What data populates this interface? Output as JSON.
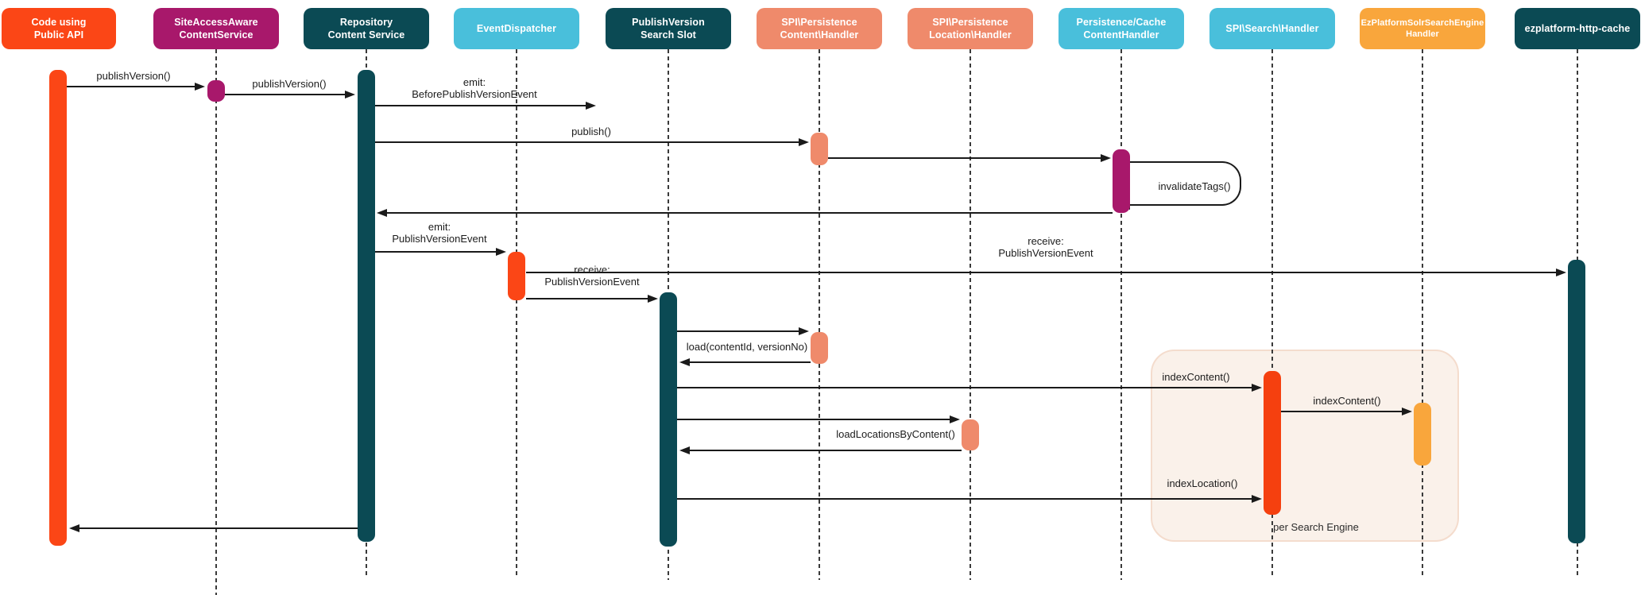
{
  "palette": {
    "red_orange": "#FB4616",
    "magenta": "#A8186B",
    "dark_teal": "#0B4A54",
    "light_blue": "#49BFDB",
    "salmon": "#EF8A6B",
    "amber": "#F9A63C",
    "search_red": "#F5400F",
    "frame_background": "#FAF1EA",
    "frame_border": "#F4DCCD",
    "line": "#1A1A1A",
    "label_text": "#1C1C1C"
  },
  "participants": [
    {
      "id": "code-using-public-api",
      "lines": [
        "Code using",
        "Public API"
      ],
      "color": "#FB4616"
    },
    {
      "id": "siteaccessaware-contentservice",
      "lines": [
        "SiteAccessAware",
        "ContentService"
      ],
      "color": "#A8186B"
    },
    {
      "id": "repository-content-service",
      "lines": [
        "Repository",
        "Content Service"
      ],
      "color": "#0B4A54"
    },
    {
      "id": "event-dispatcher",
      "lines": [
        "EventDispatcher"
      ],
      "color": "#49BFDB"
    },
    {
      "id": "publishversion-search-slot",
      "lines": [
        "PublishVersion",
        "Search Slot"
      ],
      "color": "#0B4A54"
    },
    {
      "id": "spi-persistence-content-handler",
      "lines": [
        "SPI\\Persistence",
        "Content\\Handler"
      ],
      "color": "#EF8A6B"
    },
    {
      "id": "spi-persistence-location-handler",
      "lines": [
        "SPI\\Persistence",
        "Location\\Handler"
      ],
      "color": "#EF8A6B"
    },
    {
      "id": "persistence-cache-contenthandler",
      "lines": [
        "Persistence/Cache",
        "ContentHandler"
      ],
      "color": "#49BFDB"
    },
    {
      "id": "spi-search-handler",
      "lines": [
        "SPI\\Search\\Handler"
      ],
      "color": "#49BFDB"
    },
    {
      "id": "ezplatform-solr-search-engine-handler",
      "lines": [
        "EzPlatformSolrSearchEngine",
        "Handler"
      ],
      "color": "#F9A63C"
    },
    {
      "id": "ezplatform-http-cache",
      "lines": [
        "ezplatform-http-cache"
      ],
      "color": "#0B4A54"
    }
  ],
  "messages": {
    "publish_version_1": "publishVersion()",
    "publish_version_2": "publishVersion()",
    "emit_before_publish_version_event": [
      "emit:",
      "BeforePublishVersionEvent"
    ],
    "publish": "publish()",
    "invalidate_tags": "invalidateTags()",
    "emit_publish_version_event": [
      "emit:",
      "PublishVersionEvent"
    ],
    "receive_publish_version_event_http_cache": [
      "receive:",
      "PublishVersionEvent"
    ],
    "receive_publish_version_event_search_slot": [
      "receive:",
      "PublishVersionEvent"
    ],
    "load_content": "load(contentId, versionNo)",
    "index_content_1": "indexContent()",
    "index_content_2": "indexContent()",
    "load_locations_by_content": "loadLocationsByContent()",
    "index_location": "indexLocation()"
  },
  "frame": {
    "label": "per Search Engine"
  }
}
